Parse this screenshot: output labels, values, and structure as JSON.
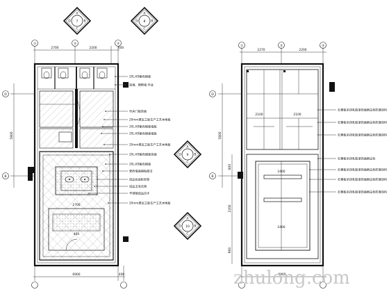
{
  "left_plan": {
    "top_dims": [
      "2700",
      "2200",
      "400"
    ],
    "bottom_dims": [
      "6900",
      "400"
    ],
    "side_dims": [
      "5800"
    ],
    "grid_bubbles": [
      "D",
      "B"
    ],
    "notes": [
      "20L-K9紫色钢板",
      "加强、隔断墙 作业",
      "竹夹门板饰面",
      "20mm厚瓦工板生产工艺木地板",
      "20L-K9紫色钢板墙板",
      "20L-K9紫色钢板墙板",
      "20mm厚瓦工板生产工艺木地板",
      "20L-K9紫色钢板饰面",
      "20L-K9紫色钢板",
      "瓷砖墙面铺贴做法",
      "成品台盆柜安装",
      "成品卫浴洁具",
      "不锈钢成品拉手",
      "20mm厚瓦工板生产工艺木地板"
    ],
    "inner_labels": [
      "2700",
      "400"
    ]
  },
  "right_plan": {
    "top_dims": [
      "2270",
      "2200"
    ],
    "bottom_dims": [
      "6900"
    ],
    "side_dims": [
      "5800",
      "800",
      "2200",
      "900"
    ],
    "grid_bubbles": [
      "D",
      "B"
    ],
    "notes": [
      "石膏板吊顶乳胶漆饰面刷白色防潮涂料",
      "石膏板吊顶乳胶漆饰面刷白色防潮涂料",
      "石膏板吊顶乳胶漆饰面刷白色防潮涂料",
      "石膏板吊顶乳胶漆饰面刷白色",
      "石膏板吊顶乳胶漆饰面刷白色防潮涂料",
      "石膏板吊顶乳胶漆饰面刷白色防潮涂料",
      "石膏板吊顶乳胶漆饰面刷白色防潮涂料"
    ],
    "ceiling_heights": [
      "2100",
      "2100",
      "2400",
      "2400"
    ]
  },
  "keys": [
    {
      "letters": [
        "A",
        "B",
        "C",
        "D"
      ],
      "center": "7"
    },
    {
      "letters": [
        "A",
        "B",
        "C",
        "D"
      ],
      "center": "8"
    },
    {
      "letters": [
        "A",
        "B",
        "C",
        "D"
      ],
      "center": "9"
    },
    {
      "letters": [
        "A",
        "B",
        "C",
        "D"
      ],
      "center": "10"
    }
  ],
  "column_bubbles": [
    "①",
    "②",
    "③",
    "①",
    "②",
    "③"
  ],
  "watermark": "zhulong.com"
}
